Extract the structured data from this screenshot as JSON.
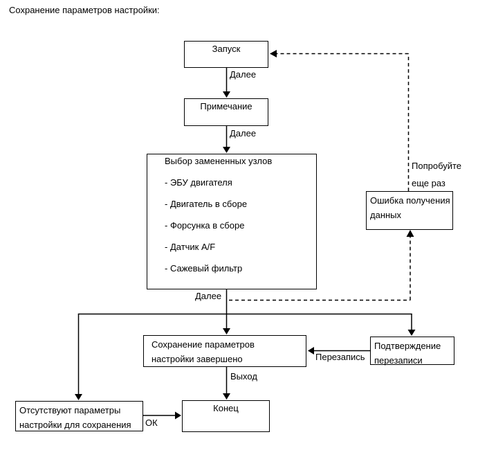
{
  "page": {
    "title": "Сохранение параметров настройки:"
  },
  "nodes": {
    "start": {
      "label": "Запуск"
    },
    "note": {
      "label": "Примечание"
    },
    "selection": {
      "title": "Выбор замененных узлов",
      "items": [
        "- ЭБУ двигателя",
        "- Двигатель в сборе",
        "- Форсунка в сборе",
        "- Датчик A/F",
        "- Сажевый фильтр"
      ]
    },
    "error": {
      "line1": "Ошибка получения",
      "line2": "данных"
    },
    "saved": {
      "line1": "Сохранение параметров",
      "line2": "настройки завершено"
    },
    "confirm": {
      "line1": "Подтверждение",
      "line2": "перезаписи"
    },
    "no_params": {
      "line1": "Отсутствуют параметры",
      "line2": "настройки для сохранения"
    },
    "end": {
      "label": "Конец"
    }
  },
  "labels": {
    "next_1": "Далее",
    "next_2": "Далее",
    "next_3": "Далее",
    "retry_line1": "Попробуйте",
    "retry_line2": "еще раз",
    "rewrite": "Перезапись",
    "exit": "Выход",
    "ok": "ОК"
  },
  "colors": {
    "line": "#000000",
    "text": "#000000",
    "background": "#ffffff"
  }
}
